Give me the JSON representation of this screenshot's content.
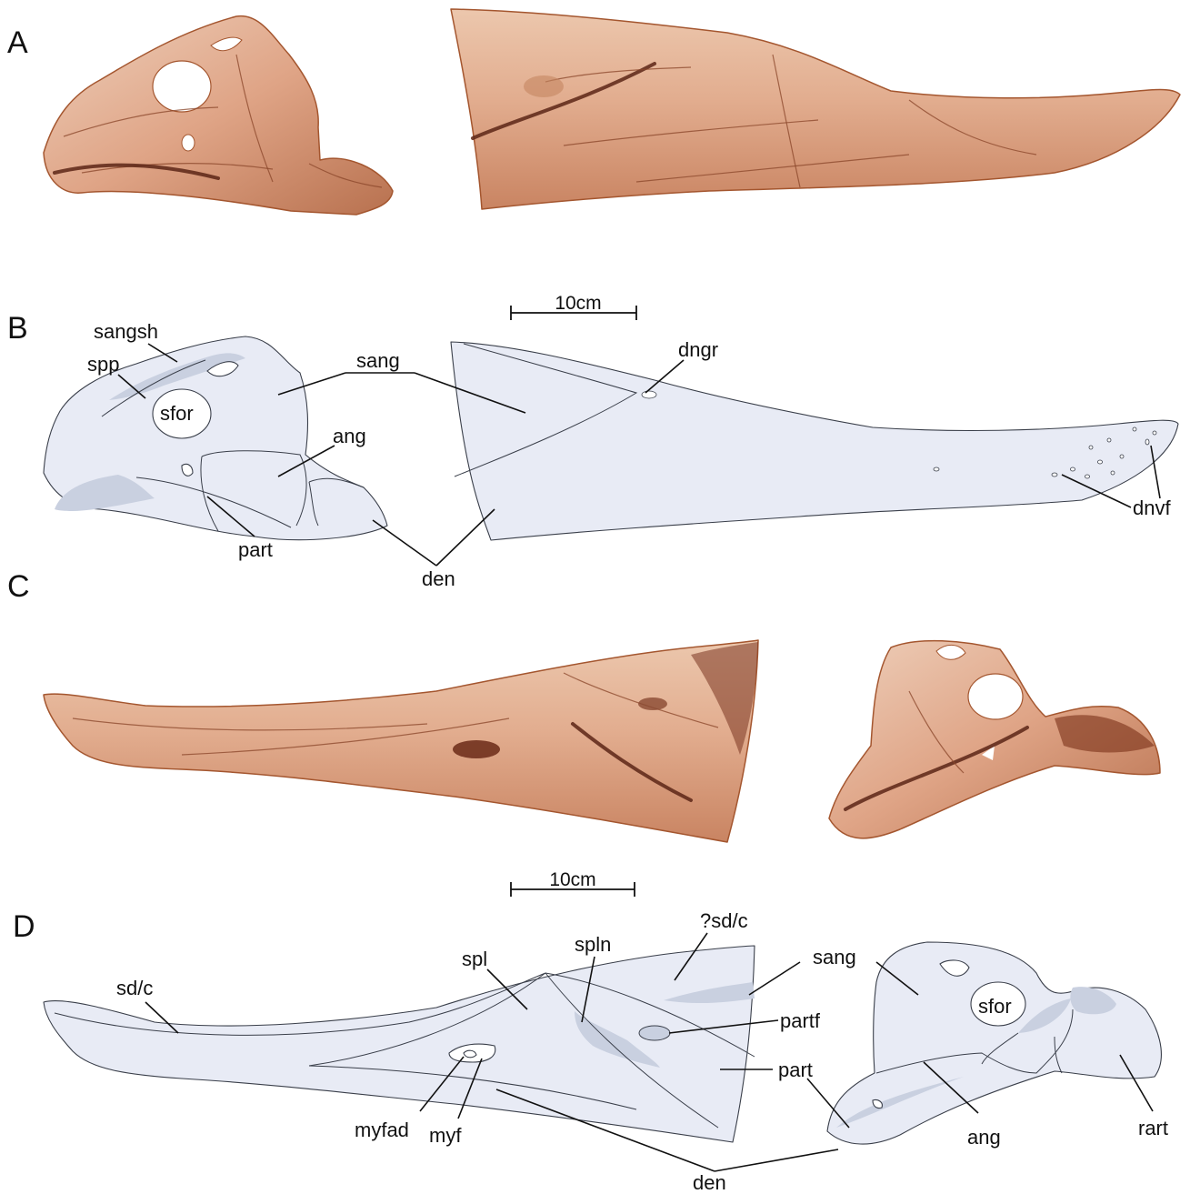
{
  "panels": {
    "a": "A",
    "b": "B",
    "c": "C",
    "d": "D"
  },
  "scale_bars": {
    "upper": "10cm",
    "lower": "10cm"
  },
  "panel_b_labels": {
    "sangsh": "sangsh",
    "spp": "spp",
    "sfor": "sfor",
    "sang": "sang",
    "ang": "ang",
    "part": "part",
    "den": "den",
    "dngr": "dngr",
    "dnvf": "dnvf"
  },
  "panel_d_labels": {
    "sd_c": "sd/c",
    "spl": "spl",
    "spln": "spln",
    "q_sd_c": "?sd/c",
    "sang": "sang",
    "sfor": "sfor",
    "partf": "partf",
    "part": "part",
    "myfad": "myfad",
    "myf": "myf",
    "den": "den",
    "ang": "ang",
    "rart": "rart"
  },
  "colors": {
    "bone_fill": "#e3b296",
    "bone_edge": "#a4562f",
    "drawing_fill": "#e8ebf5",
    "drawing_shade": "#c9d0e0"
  }
}
